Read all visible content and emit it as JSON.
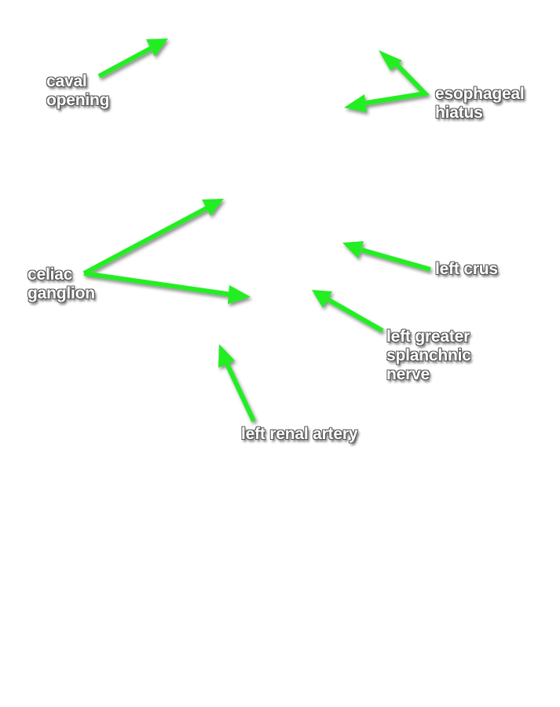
{
  "colors": {
    "background": "#ffffff",
    "arrow": "#22ee22",
    "label_text": "#ffffff",
    "label_shadow": "#555555"
  },
  "labels": {
    "caval_opening": {
      "line1": "caval",
      "line2": "opening"
    },
    "esophageal_hiatus": {
      "line1": "esophageal",
      "line2": "hiatus"
    },
    "celiac_ganglion": {
      "line1": "celiac",
      "line2": "ganglion"
    },
    "left_crus": {
      "line1": "left crus"
    },
    "left_greater_splanchnic_nerve": {
      "line1": "left greater",
      "line2": "splanchnic",
      "line3": "nerve"
    },
    "left_renal_artery": {
      "line1": "left renal artery"
    }
  }
}
